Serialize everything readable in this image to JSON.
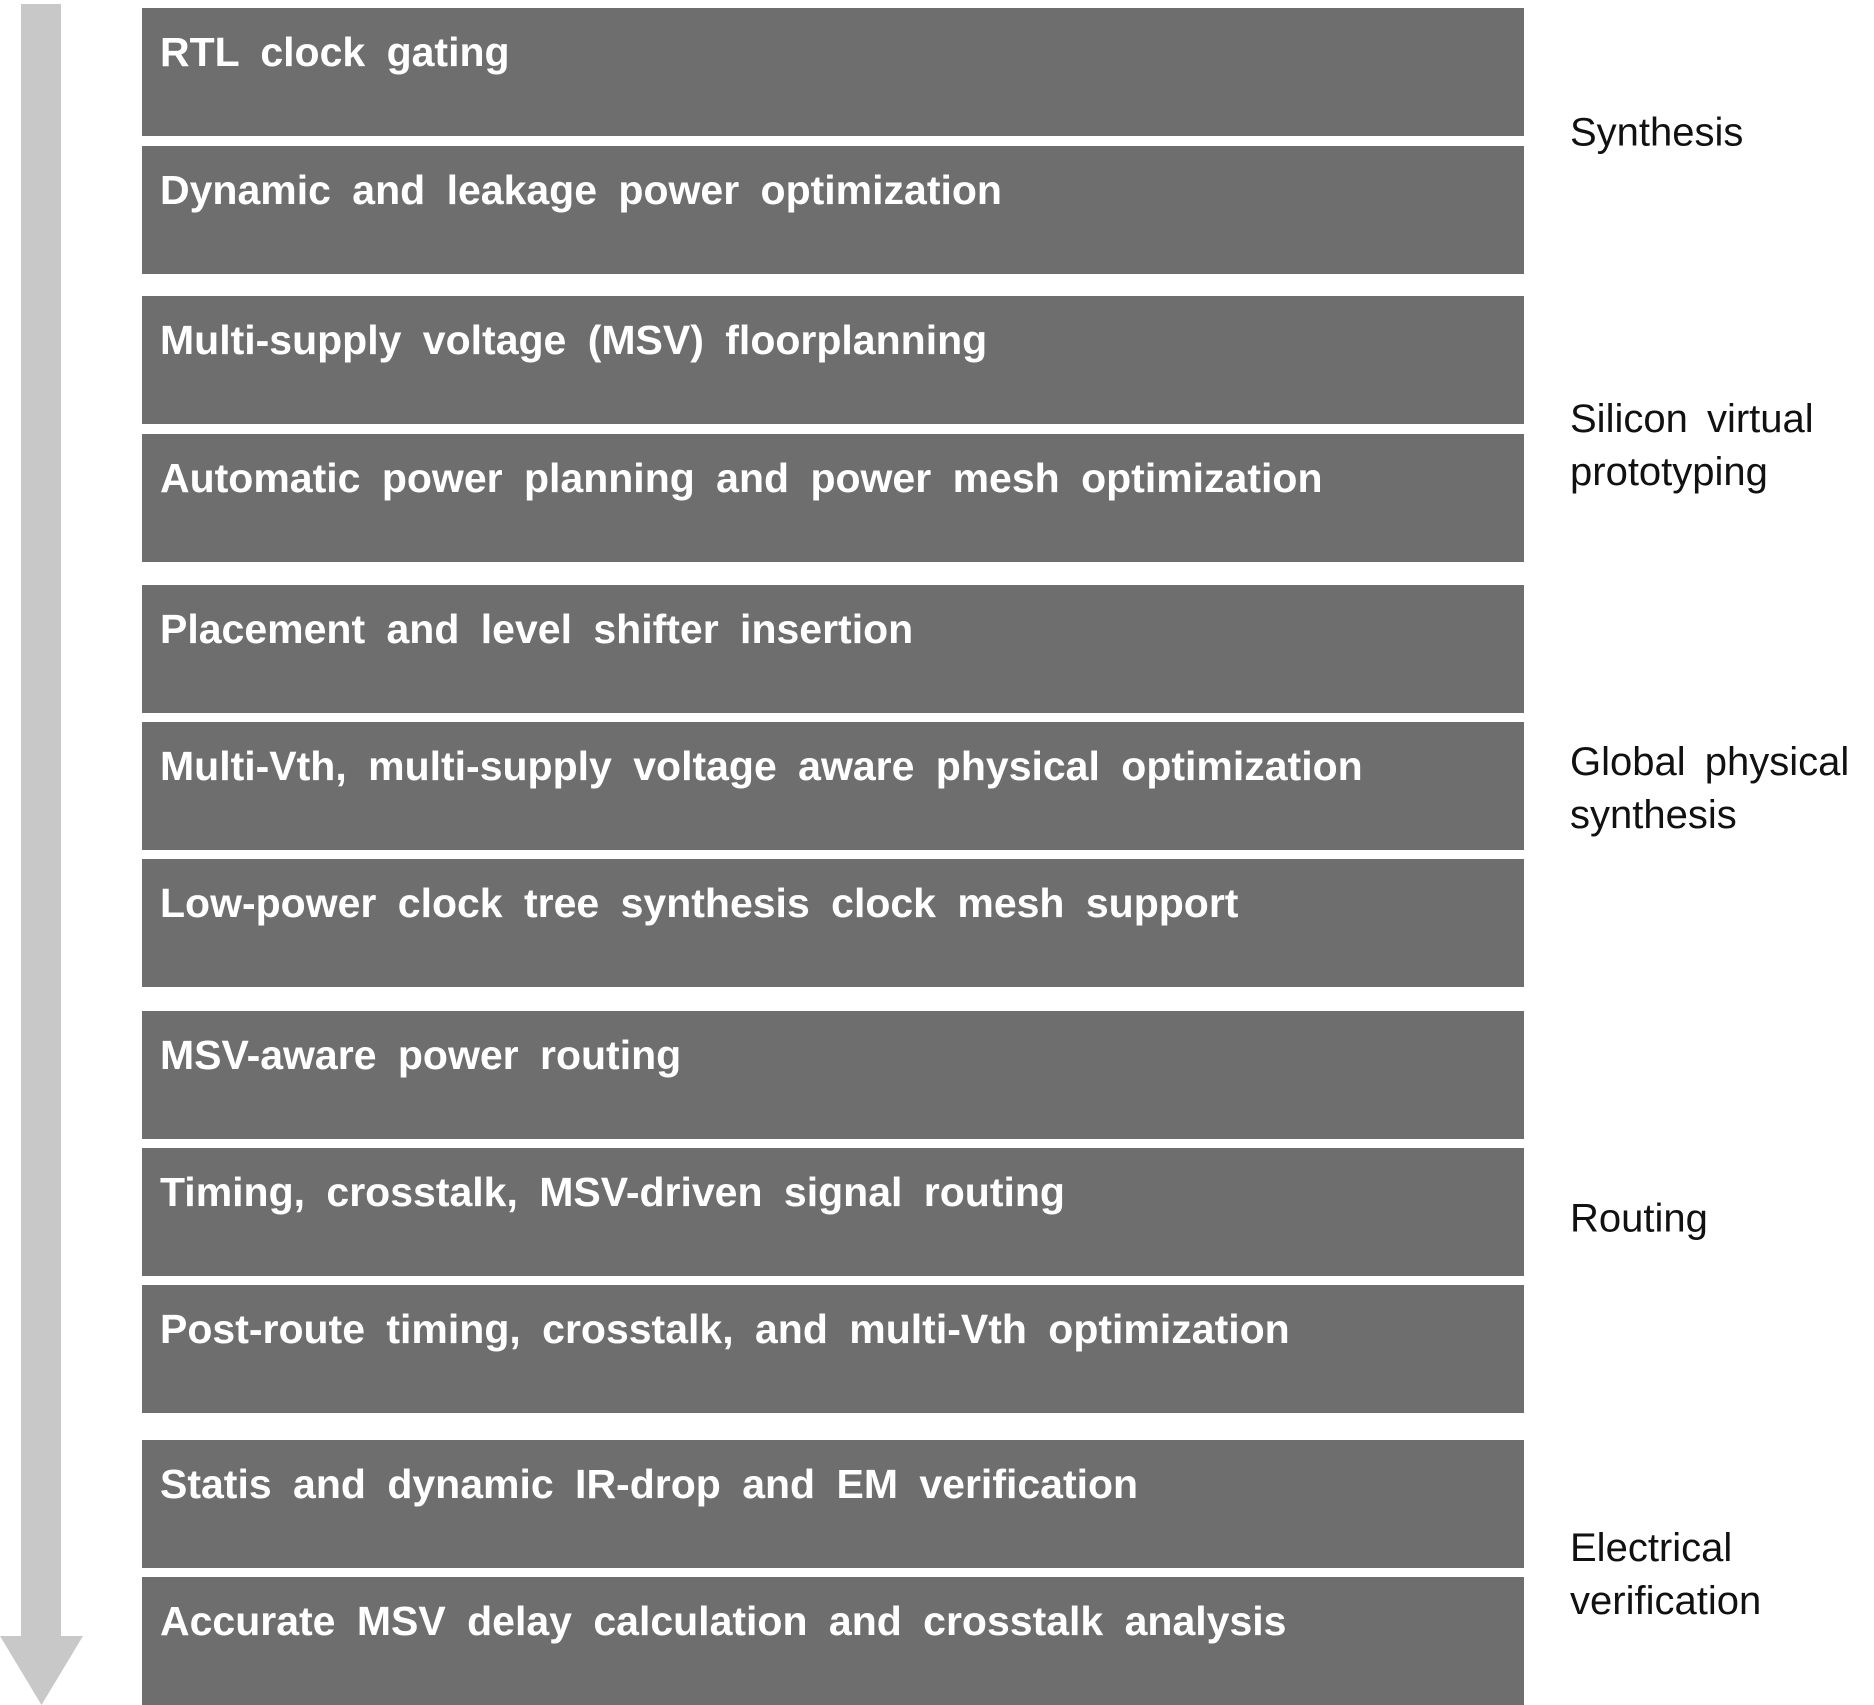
{
  "colors": {
    "box_fill": "#6e6e6e",
    "box_text": "#ffffff",
    "arrow": "#c8c8c8",
    "label_text": "#111111"
  },
  "stages": [
    {
      "label": "Synthesis",
      "steps": [
        "RTL clock gating",
        "Dynamic and leakage power optimization"
      ]
    },
    {
      "label": "Silicon virtual\nprototyping",
      "steps": [
        "Multi-supply voltage (MSV) floorplanning",
        "Automatic power planning and power mesh optimization"
      ]
    },
    {
      "label": "Global physical\nsynthesis",
      "steps": [
        "Placement and level shifter insertion",
        "Multi-Vth, multi-supply voltage aware physical optimization",
        "Low-power clock tree synthesis clock mesh support"
      ]
    },
    {
      "label": "Routing",
      "steps": [
        "MSV-aware power routing",
        "Timing, crosstalk, MSV-driven signal routing",
        "Post-route timing, crosstalk, and multi-Vth optimization"
      ]
    },
    {
      "label": "Electrical\nverification",
      "steps": [
        "Statis and dynamic IR-drop and EM verification",
        "Accurate MSV delay calculation and crosstalk analysis"
      ]
    }
  ]
}
